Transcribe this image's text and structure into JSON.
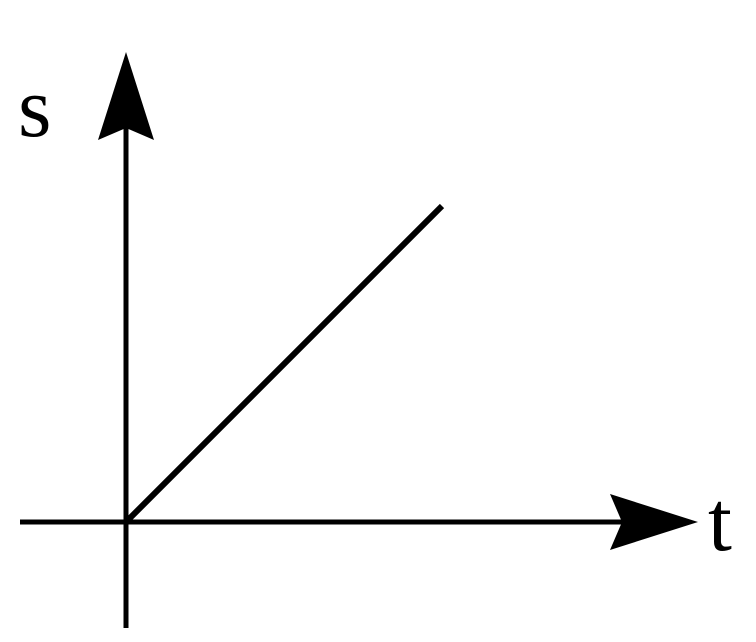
{
  "chart_data": {
    "type": "line",
    "title": "",
    "xlabel": "t",
    "ylabel": "s",
    "grid": false,
    "series": [
      {
        "x": [
          0,
          1
        ],
        "values": [
          0,
          1
        ]
      }
    ],
    "xlim": [
      -0.33,
      1.8
    ],
    "ylim": [
      -0.33,
      1.47
    ],
    "colors": {
      "line": "#000000",
      "axis": "#000000",
      "background": "#ffffff"
    }
  }
}
